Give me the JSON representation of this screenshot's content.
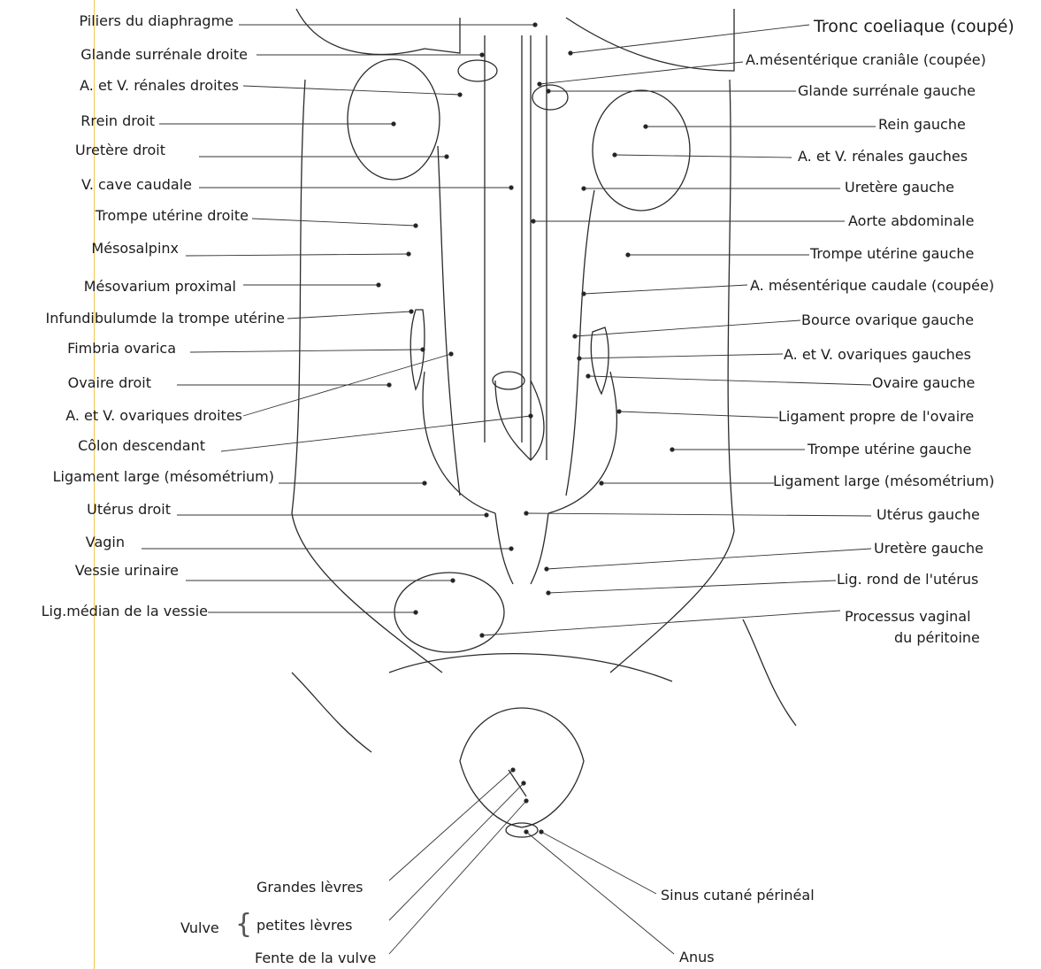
{
  "diagram": {
    "left_labels": [
      "Piliers du diaphragme",
      "Glande surrénale droite",
      "A. et V. rénales droites",
      "Rrein droit",
      "Uretère droit",
      "V. cave caudale",
      "Trompe utérine droite",
      "Mésosalpinx",
      "Mésovarium proximal",
      "Infundibulumde la trompe utérine",
      "Fimbria ovarica",
      "Ovaire droit",
      "A. et V. ovariques droites",
      "Côlon descendant",
      "Ligament large (mésométrium)",
      "Utérus droit",
      "Vagin",
      "Vessie urinaire",
      "Lig.médian de la vessie"
    ],
    "right_labels": [
      "Tronc coeliaque (coupé)",
      "A.mésentérique craniâle (coupée)",
      "Glande surrénale gauche",
      "Rein gauche",
      "A. et V. rénales gauches",
      "Uretère gauche",
      "Aorte abdominale",
      "Trompe utérine gauche",
      "A. mésentérique caudale (coupée)",
      "Bource ovarique gauche",
      "A. et V. ovariques gauches",
      "Ovaire gauche",
      "Ligament propre de l'ovaire",
      "Trompe utérine gauche",
      "Ligament large (mésométrium)",
      "Utérus gauche",
      "Uretère gauche",
      "Lig. rond de l'utérus",
      "Processus vaginal",
      "du péritoine"
    ],
    "bottom_labels": {
      "group": "Vulve",
      "brace": "{",
      "items": [
        "Grandes lèvres",
        "petites lèvres",
        "Fente de la vulve"
      ],
      "right_items": [
        "Sinus cutané périnéal",
        "Anus"
      ]
    }
  }
}
